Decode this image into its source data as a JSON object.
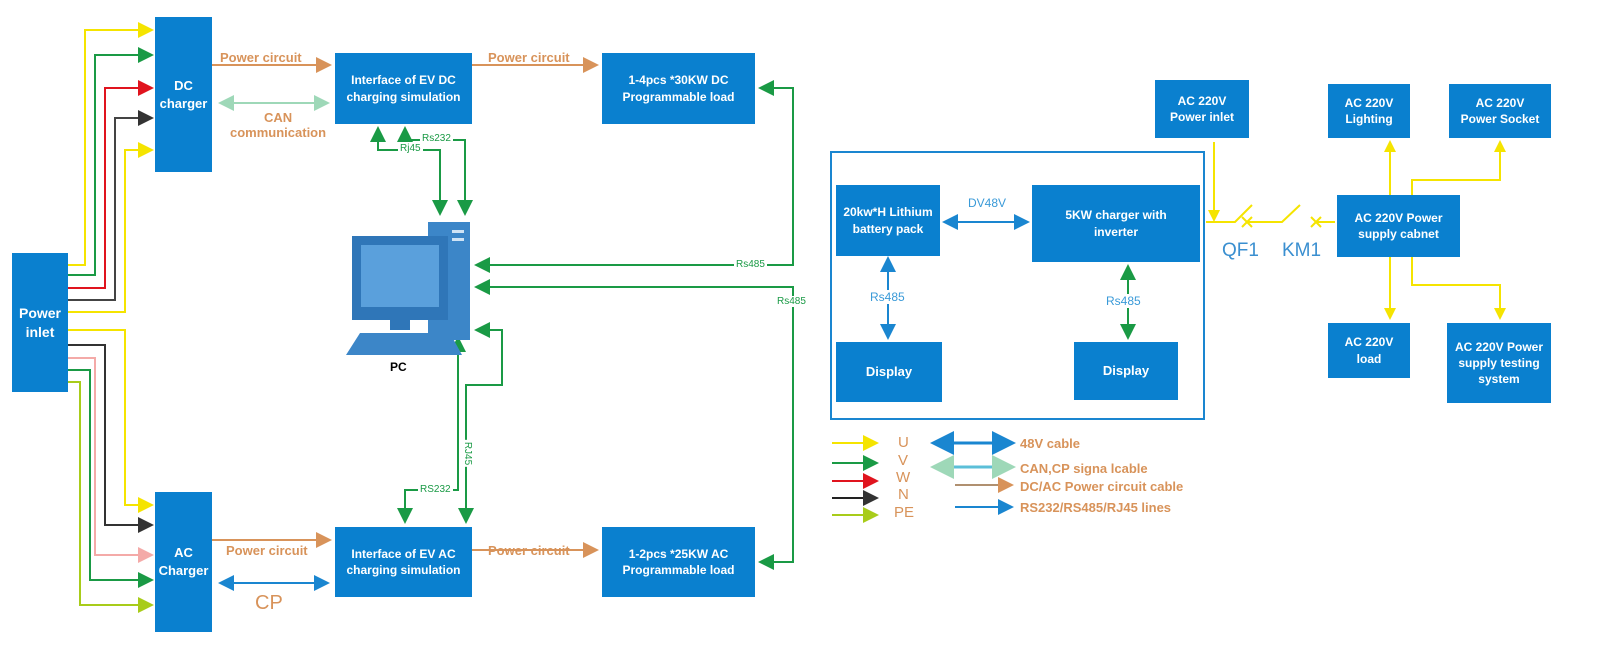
{
  "boxes": {
    "power_inlet": "Power\ninlet",
    "dc_charger": "DC\ncharger",
    "ac_charger": "AC\nCharger",
    "dc_interface": "Interface of EV DC\ncharging simulation",
    "ac_interface": "Interface of EV AC\ncharging simulation",
    "dc_load": "1-4pcs *30KW DC\nProgrammable load",
    "ac_load": "1-2pcs *25KW AC\nProgrammable load",
    "lithium": "20kw*H Lithium\nbattery pack",
    "inverter": "5KW charger with\ninverter",
    "display1": "Display",
    "display2": "Display",
    "ac_power_inlet": "AC 220V\nPower inlet",
    "ac_lighting": "AC 220V\nLighting",
    "ac_socket": "AC 220V\nPower Socket",
    "ac_cabinet": "AC 220V Power\nsupply cabnet",
    "ac_load220": "AC 220V\nload",
    "ac_testing": "AC 220V Power\nsupply testing\nsystem"
  },
  "labels": {
    "power_circuit_1": "Power circuit",
    "power_circuit_2": "Power circuit",
    "power_circuit_3": "Power circuit",
    "power_circuit_4": "Power circuit",
    "can": "CAN\ncommunication",
    "cp": "CP",
    "pc": "PC",
    "rs232_top": "Rs232",
    "rj45_top": "Rj45",
    "rs485_1": "Rs485",
    "rs485_2": "Rs485",
    "rs232_bottom": "RS232",
    "rj45_bottom": "RJ45",
    "dv48v": "DV48V",
    "rs485_left": "Rs485",
    "rs485_right": "Rs485",
    "qf1": "QF1",
    "km1": "KM1"
  },
  "legend": {
    "phases": [
      "U",
      "V",
      "W",
      "N",
      "PE"
    ],
    "phase_colors": [
      "#f5e400",
      "#1a9a45",
      "#e0141e",
      "#222222",
      "#a8cc1a"
    ],
    "items": [
      "48V cable",
      "CAN,CP signa lcable",
      "DC/AC Power circuit cable",
      "RS232/RS485/RJ45 lines"
    ]
  },
  "colors": {
    "box": "#0a80cf",
    "rs_line": "#1a9a45",
    "power": "#d8935a",
    "blue": "#1a86d0",
    "can": "#7fcfb0"
  }
}
